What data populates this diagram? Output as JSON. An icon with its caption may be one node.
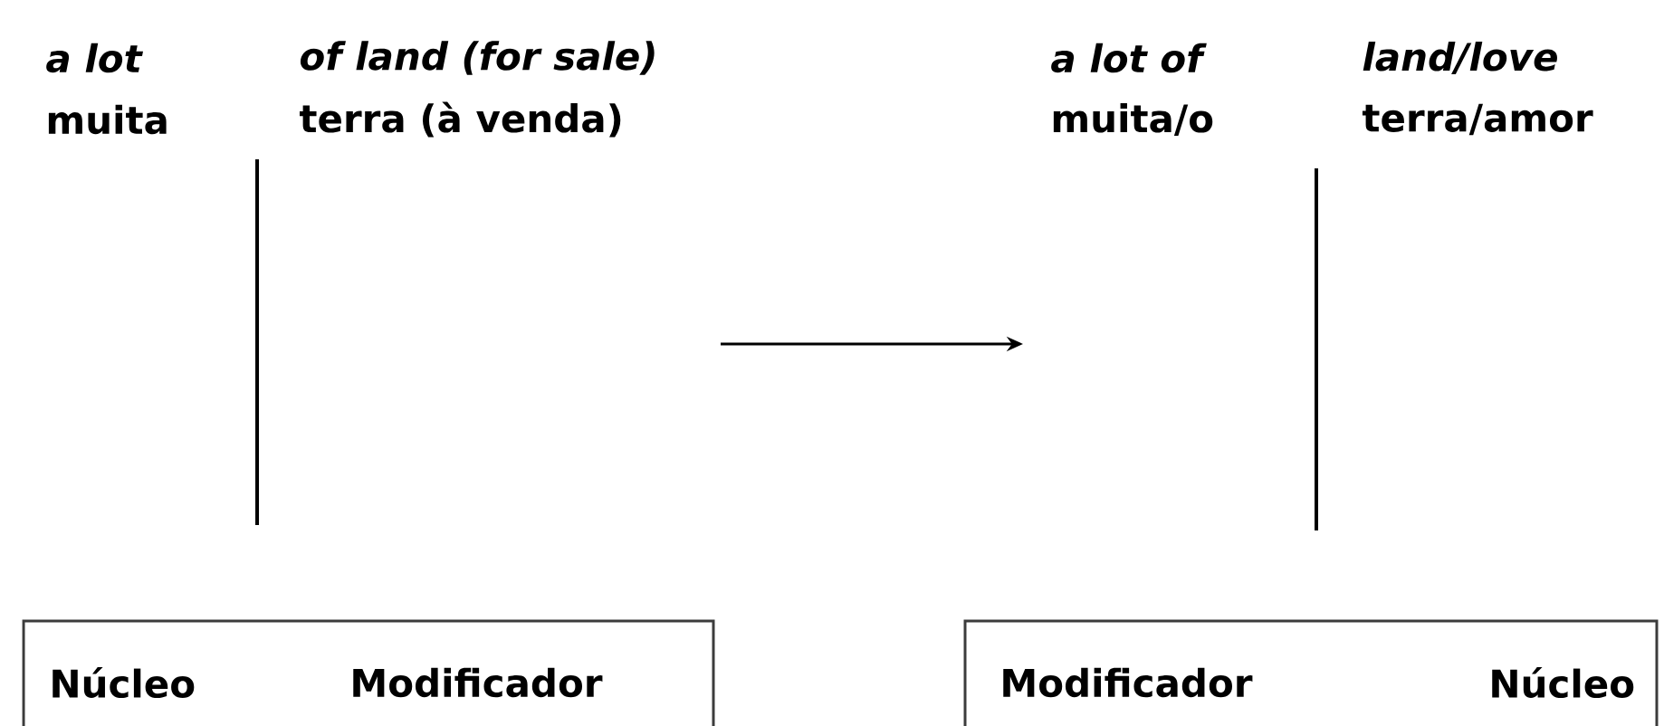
{
  "diagram": {
    "nodes": [
      {
        "text": [
          "Núcleo",
          "Modificador"
        ]
      },
      {
        "text": [
          "Modificador",
          "Núcleo"
        ]
      }
    ],
    "labels": [
      "a lot",
      "of land (for sale)",
      "a lot of",
      "land/love",
      "muita",
      "terra (à venda)",
      "muita/o",
      "terra/amor"
    ]
  }
}
